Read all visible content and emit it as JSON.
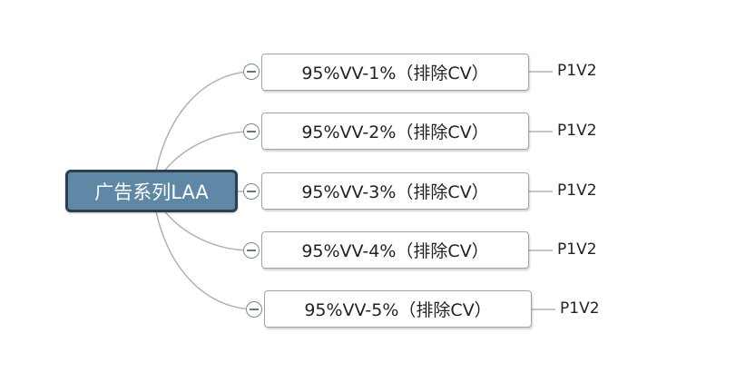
{
  "root": {
    "label": "广告系列LAA"
  },
  "branches": [
    {
      "label": "95%VV-1%（排除CV）",
      "child": "P1V2"
    },
    {
      "label": "95%VV-2%（排除CV）",
      "child": "P1V2"
    },
    {
      "label": "95%VV-3%（排除CV）",
      "child": "P1V2"
    },
    {
      "label": "95%VV-4%（排除CV）",
      "child": "P1V2"
    },
    {
      "label": "95%VV-5%（排除CV）",
      "child": "P1V2"
    }
  ],
  "colors": {
    "root_fill": "#5f88a6",
    "root_border": "#2c3f4f",
    "line": "#a9b3bb"
  },
  "icons": {
    "collapse": "collapse-toggle-icon"
  }
}
